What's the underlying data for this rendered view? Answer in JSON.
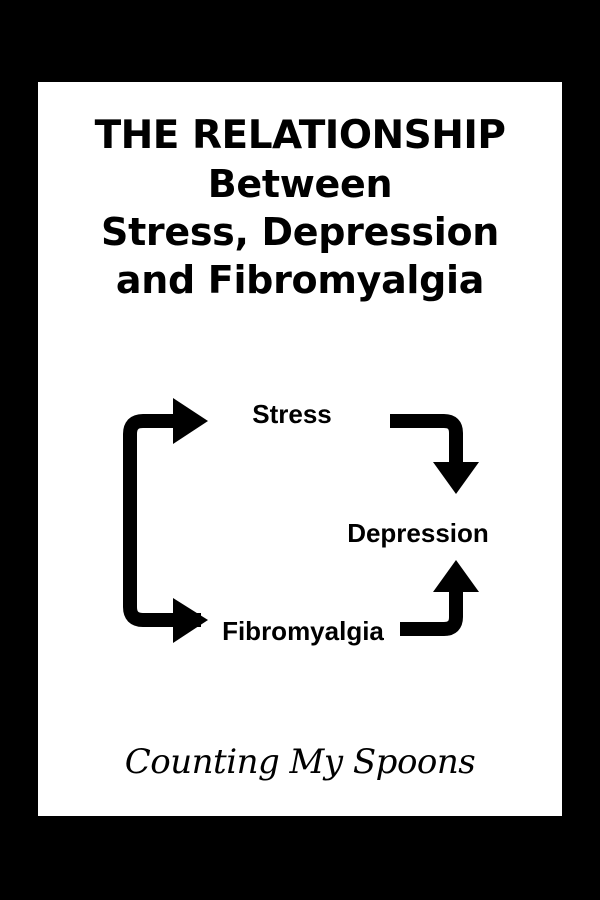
{
  "title": {
    "line1": "THE RELATIONSHIP",
    "line2": "Between",
    "line3": "Stress, Depression",
    "line4": "and Fibromyalgia"
  },
  "diagram": {
    "nodes": {
      "stress": "Stress",
      "depression": "Depression",
      "fibromyalgia": "Fibromyalgia"
    },
    "edges": [
      {
        "from": "stress",
        "to": "depression"
      },
      {
        "from": "fibromyalgia",
        "to": "depression"
      },
      {
        "from": "fibromyalgia",
        "to": "stress"
      }
    ]
  },
  "brand": "Counting My Spoons",
  "colors": {
    "background": "#000000",
    "card": "#ffffff",
    "ink": "#000000"
  }
}
